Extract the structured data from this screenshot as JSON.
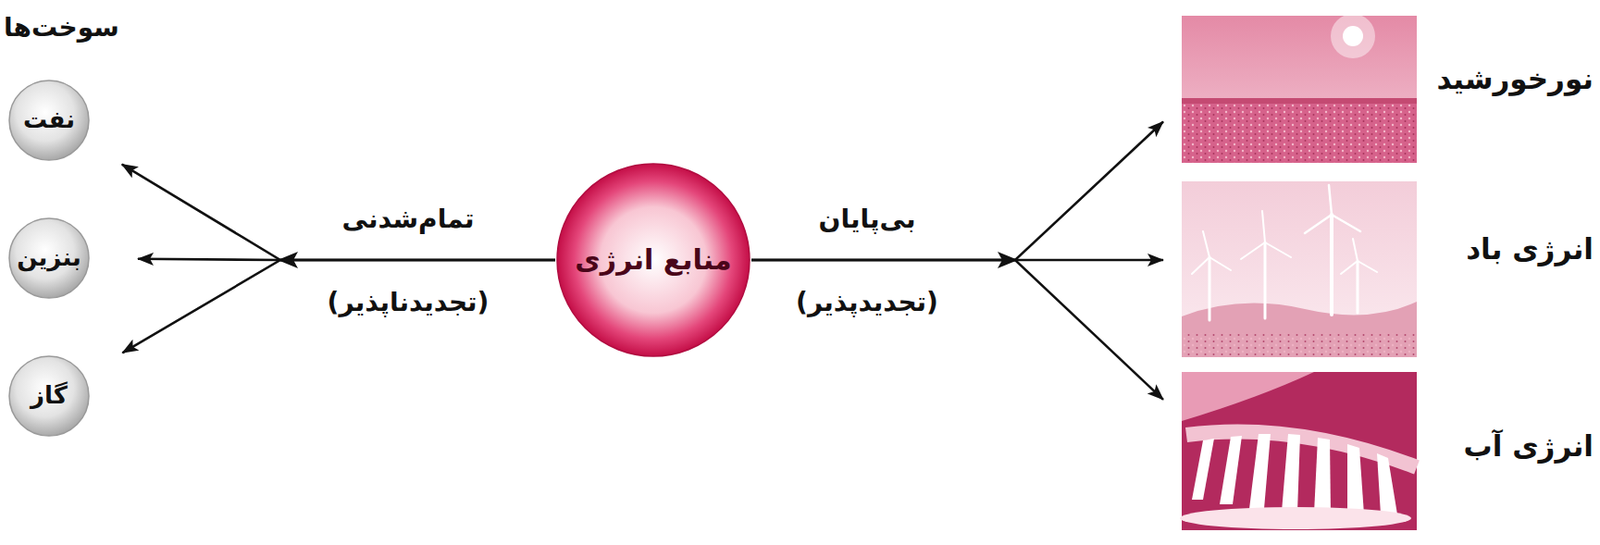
{
  "diagram": {
    "nodes": [
      {
        "text": [
          "منابع انرژی"
        ]
      },
      {
        "text": [
          "نفت"
        ]
      },
      {
        "text": [
          "بنزین"
        ]
      },
      {
        "text": [
          "گاز"
        ]
      },
      {
        "text": [
          "نورخورشید"
        ]
      },
      {
        "text": [
          "انرژی باد"
        ]
      },
      {
        "text": [
          "انرژی آب"
        ]
      }
    ],
    "edges": [
      {
        "from": 0,
        "to": 1,
        "arrow": "to"
      },
      {
        "from": 0,
        "to": 2,
        "arrow": "to"
      },
      {
        "from": 0,
        "to": 3,
        "arrow": "to"
      },
      {
        "from": 0,
        "to": 4,
        "arrow": "to"
      },
      {
        "from": 0,
        "to": 5,
        "arrow": "to"
      },
      {
        "from": 0,
        "to": 6,
        "arrow": "to"
      }
    ],
    "labels": [
      "سوخت‌ها",
      "تمام‌شدنی",
      "(تجدیدناپذیر)",
      "بی‌پایان",
      "(تجدیدپذیر)"
    ]
  }
}
